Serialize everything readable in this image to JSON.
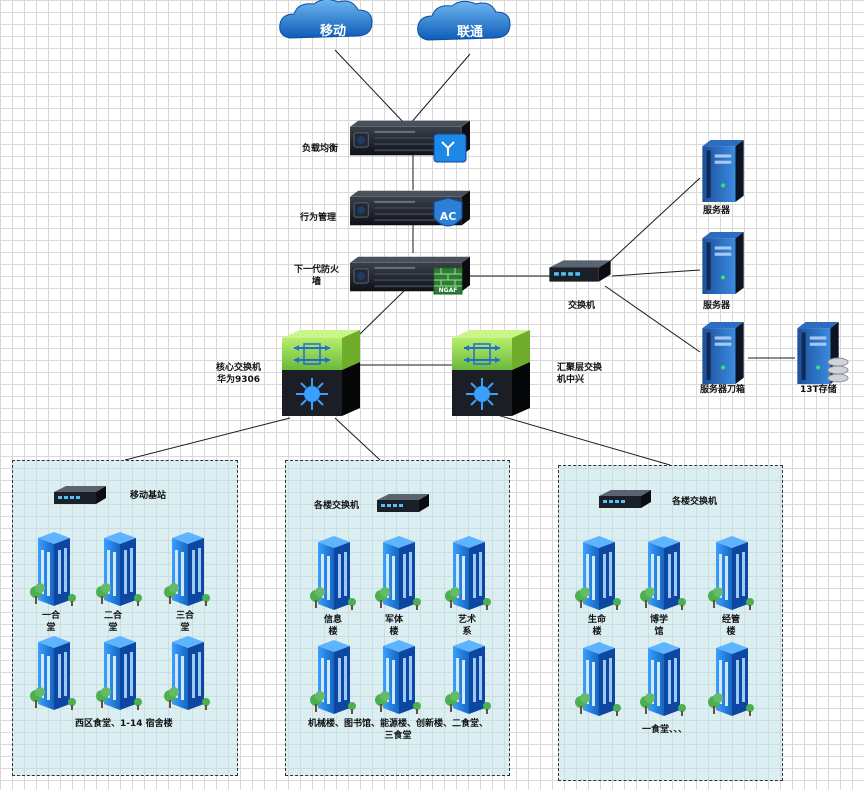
{
  "clouds": {
    "mobile": "移动",
    "unicom": "联通"
  },
  "devices": {
    "load_balancer": "负载均衡",
    "behavior_mgmt": "行为管理",
    "firewall": "下一代防火\n墙",
    "core_switch": "核心交换机\n华为9306",
    "agg_switch": "汇聚层交换\n机中兴",
    "switch": "交换机",
    "server1": "服务器",
    "server2": "服务器",
    "blade": "服务器刀箱",
    "storage": "13T存储"
  },
  "badges": {
    "ac": "AC",
    "ngaf": "NGAF"
  },
  "zones": {
    "left": {
      "switch_label": "移动基站",
      "buildings": [
        "一合\n堂",
        "二合\n堂",
        "三合\n堂"
      ],
      "footer": "西区食堂、1-14 宿舍楼"
    },
    "middle": {
      "switch_label": "各楼交换机",
      "buildings": [
        "信息\n楼",
        "军体\n楼",
        "艺术\n系"
      ],
      "footer": "机械楼、图书馆、能源楼、创新楼、二食堂、\n三食堂"
    },
    "right": {
      "switch_label": "各楼交换机",
      "buildings": [
        "生命\n楼",
        "博学\n馆",
        "经管\n楼"
      ],
      "footer": "一食堂、、、"
    }
  },
  "colors": {
    "cloud": "#1565c0",
    "zone_bg": "#bee0e8",
    "green_switch": "#8bd04a",
    "building": "#1e88e5"
  }
}
